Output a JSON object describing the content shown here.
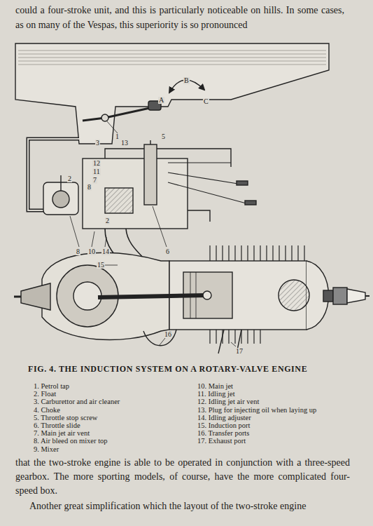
{
  "diagram": {
    "caption": "FIG. 4. THE INDUCTION SYSTEM ON A ROTARY-VALVE ENGINE",
    "labels": [
      "could a four-stroke unit, and this is particularly noticeable on hills. In some cases, as on many of the Vespas, this superiority is so pronounced",
      "1",
      "A",
      "B",
      "C",
      "3",
      "13",
      "5",
      "12",
      "11",
      "7",
      "2",
      "8",
      "2",
      "8",
      "10",
      "14",
      "6",
      "15",
      "16",
      "17",
      "1. Petrol tap",
      "2. Float",
      "3. Carburettor and air cleaner",
      "4. Choke",
      "5. Throttle stop screw",
      "6. Throttle slide",
      "7. Main jet air vent",
      "8. Air bleed on mixer top",
      "9. Mixer",
      "10. Main jet",
      "11. Idling jet",
      "12. Idling jet air vent",
      "13. Plug for injecting oil when laying up",
      "14. Idling adjuster",
      "15. Induction port",
      "16. Transfer ports",
      "17. Exhaust port",
      "that the two-stroke engine is able to be operated in conjunction with a three-speed gearbox. The more sporting models, of course, have the more complicated four-speed box.",
      "Another great simplification which the layout of the two-stroke engine"
    ]
  }
}
